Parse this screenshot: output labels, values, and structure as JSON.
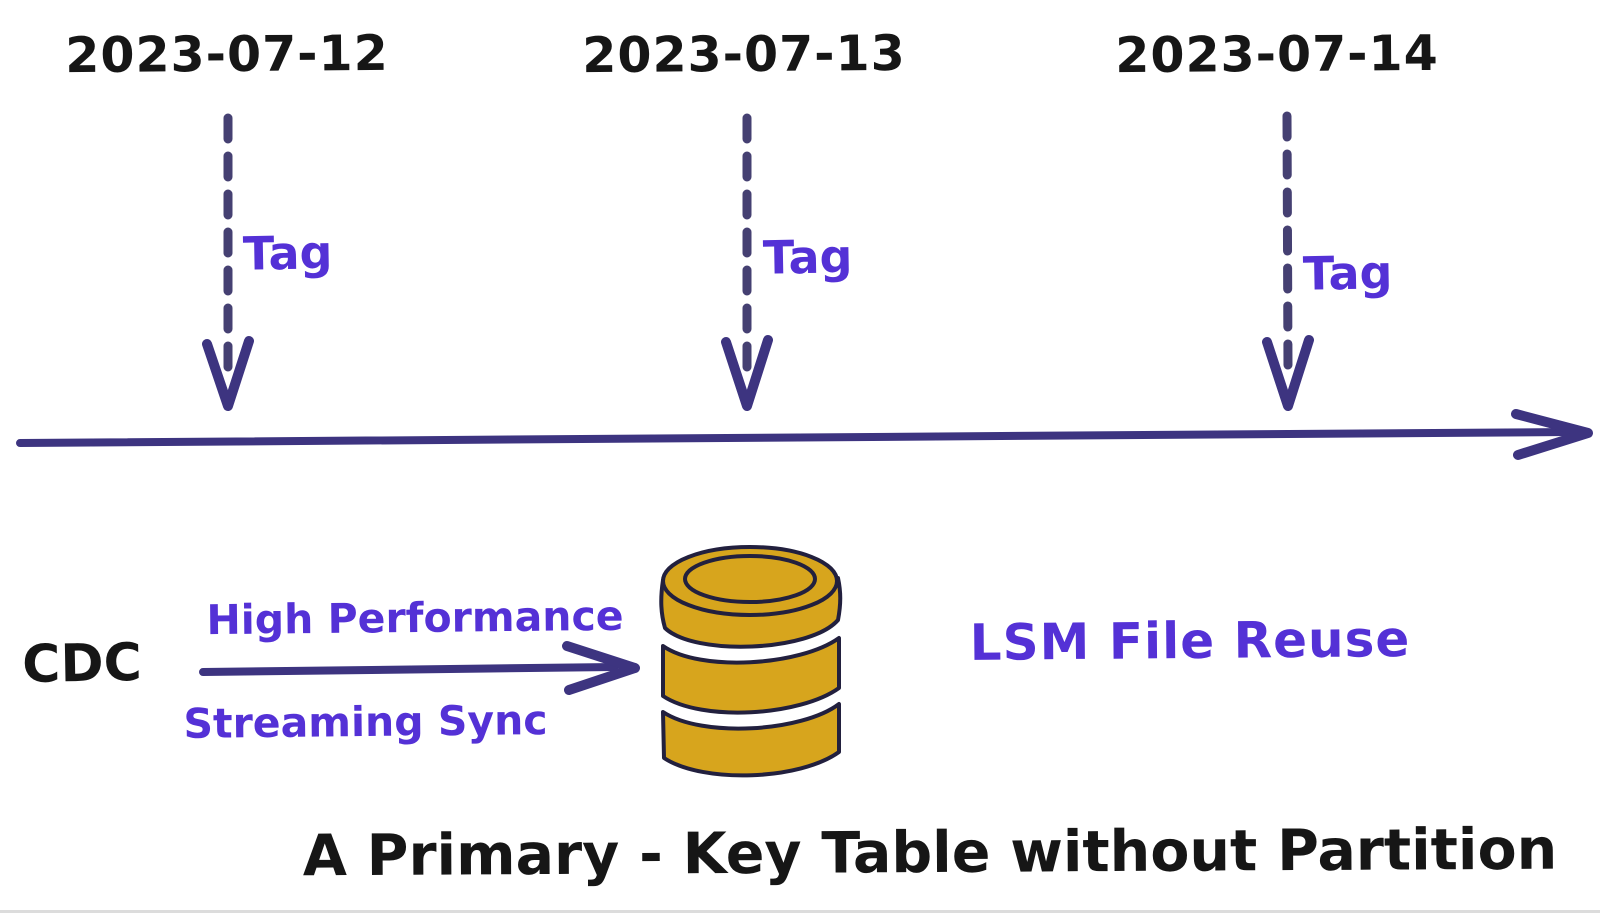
{
  "diagram": {
    "timeline": {
      "events": [
        {
          "date": "2023-07-12",
          "label": "Tag"
        },
        {
          "date": "2023-07-13",
          "label": "Tag"
        },
        {
          "date": "2023-07-14",
          "label": "Tag"
        }
      ]
    },
    "flow": {
      "source": "CDC",
      "arrow_label_top": "High Performance",
      "arrow_label_bottom": "Streaming Sync",
      "target_icon": "database-icon",
      "result": "LSM File Reuse"
    },
    "caption": "A Primary - Key Table without Partition",
    "colors": {
      "ink": "#161616",
      "indigo": "#3d3480",
      "dash_indigo": "#454072",
      "purple": "#5431d6",
      "gold": "#d7a51d",
      "gold_outline": "#22203e"
    }
  }
}
